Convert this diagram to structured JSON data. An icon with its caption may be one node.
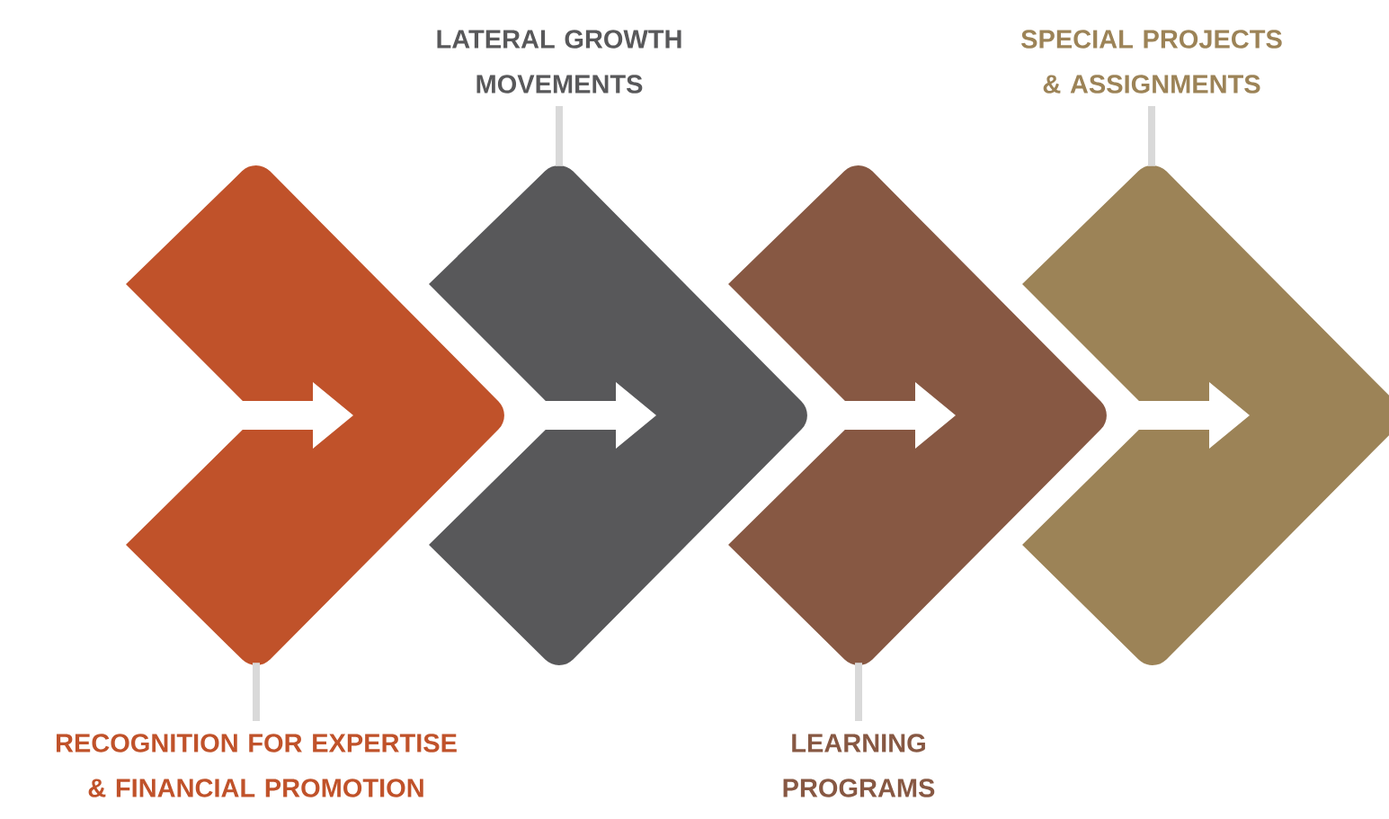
{
  "diagram": {
    "nodes": [
      {
        "text": [],
        "shape": "chevron"
      },
      {
        "text": [],
        "shape": "chevron"
      },
      {
        "text": [],
        "shape": "chevron"
      },
      {
        "text": [],
        "shape": "chevron"
      },
      {
        "text": [
          "RECOGNITION FOR EXPERTISE & FINANCIAL PROMOTION"
        ]
      },
      {
        "text": [
          "LATERAL GROWTH MOVEMENTS"
        ]
      },
      {
        "text": [
          "LEARNING PROGRAMS"
        ]
      },
      {
        "text": [
          "SPECIAL PROJECTS & ASSIGNMENTS"
        ]
      }
    ],
    "edges": [
      {
        "from": 4,
        "to": 0,
        "arrow": "none"
      },
      {
        "from": 5,
        "to": 1,
        "arrow": "none"
      },
      {
        "from": 6,
        "to": 2,
        "arrow": "none"
      },
      {
        "from": 7,
        "to": 3,
        "arrow": "none"
      }
    ]
  }
}
